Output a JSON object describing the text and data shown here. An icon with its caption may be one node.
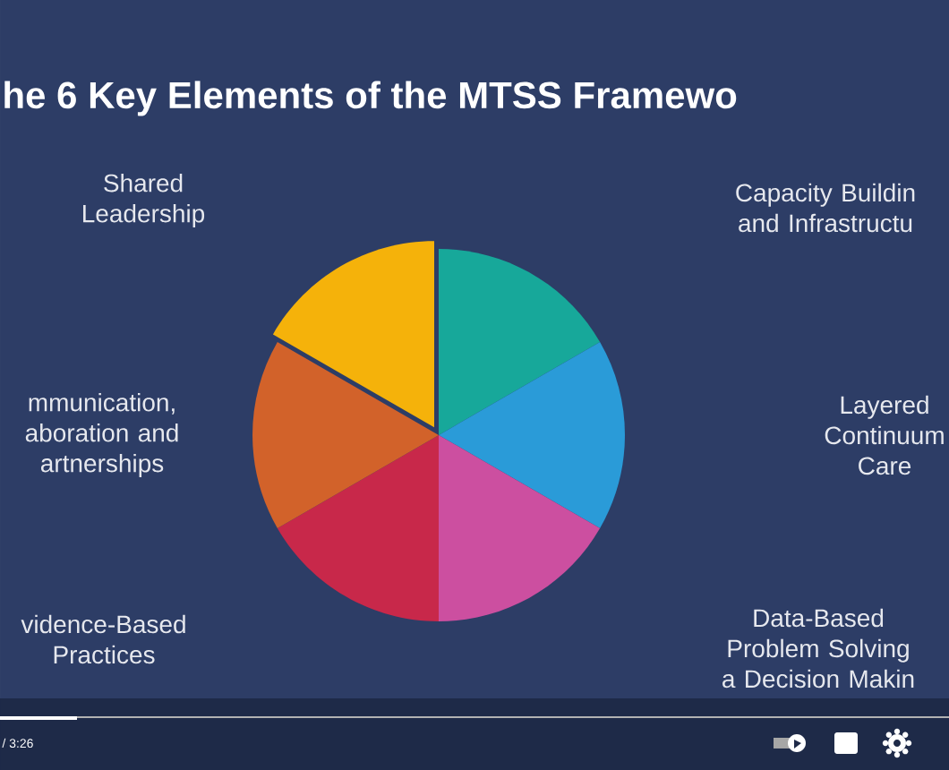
{
  "diagram": {
    "title": "he 6 Key Elements of the MTSS Framewo",
    "labels": [
      "Shared Leadership",
      "Capacity Buildin and Infrastructu",
      "mmunication, aboration and artnerships",
      "Layered Continuum Care",
      "vidence-Based Practices",
      "Data-Based Problem Solving a Decision Makin",
      "/ 3:26"
    ]
  }
}
